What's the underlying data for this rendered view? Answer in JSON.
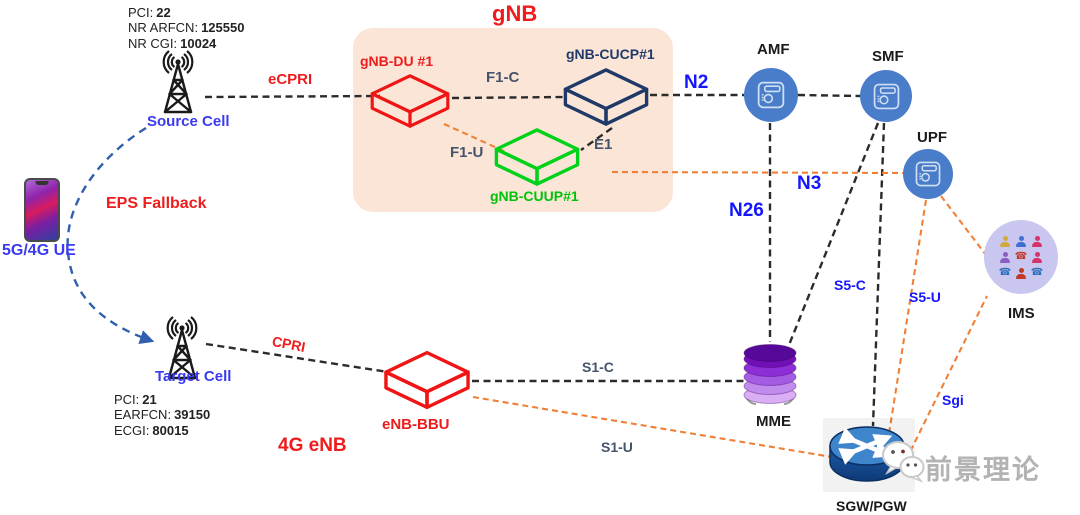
{
  "gnb_group": {
    "title": "gNB"
  },
  "gnb": {
    "du": "gNB-DU #1",
    "cucp": "gNB-CUCP#1",
    "cuup": "gNB-CUUP#1"
  },
  "enb": {
    "title": "4G eNB",
    "bbu": "eNB-BBU"
  },
  "ue": {
    "label": "5G/4G UE"
  },
  "eps_fallback": "EPS Fallback",
  "source_cell": {
    "label": "Source Cell",
    "info": [
      {
        "label": "PCI:",
        "value": "22"
      },
      {
        "label": "NR ARFCN:",
        "value": "125550"
      },
      {
        "label": "NR CGI:",
        "value": "10024"
      }
    ]
  },
  "target_cell": {
    "label": "Target Cell",
    "info": [
      {
        "label": "PCI:",
        "value": "21"
      },
      {
        "label": "EARFCN:",
        "value": "39150"
      },
      {
        "label": "ECGI:",
        "value": "80015"
      }
    ]
  },
  "core": {
    "amf": "AMF",
    "smf": "SMF",
    "upf": "UPF",
    "mme": "MME",
    "sgw_pgw": "SGW/PGW",
    "ims": "IMS"
  },
  "interfaces": {
    "ecpri": "eCPRI",
    "cpri": "CPRI",
    "f1c": "F1-C",
    "f1u": "F1-U",
    "e1": "E1",
    "n2": "N2",
    "n3": "N3",
    "n26": "N26",
    "s1c": "S1-C",
    "s1u": "S1-U",
    "s5c": "S5-C",
    "s5u": "S5-U",
    "sgi": "Sgi"
  },
  "watermark": {
    "text": "前景理论"
  },
  "colors": {
    "accent_red": "#ee1c1c",
    "interface_blue": "#1515ff",
    "cell_label_blue": "#3a3af0",
    "slate_label": "#44546a",
    "orange_link": "#f08036",
    "black_link": "#2b2b2b",
    "node_blue": "#4a7dc9",
    "gnb_peach": "#fbe5d6",
    "cuup_green": "#00d21a",
    "cucp_navy": "#1f3a68",
    "ims_purple": "#c9c6f0",
    "fallback_blue": "#2f5fae"
  }
}
